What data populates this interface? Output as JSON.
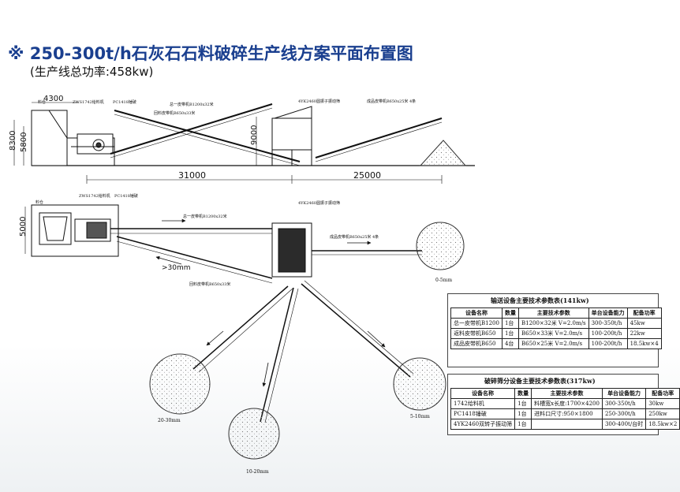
{
  "header": {
    "title": "※ 250-300t/h石灰石石料破碎生产线方案平面布置图",
    "subtitle": "(生产线总功率:458kw)"
  },
  "elevation": {
    "labels": {
      "feed_bin": "料仓",
      "feeder": "ZWS1742给料机",
      "crusher": "PC1418锤破",
      "belt_main": "总一皮带机B1200x32米",
      "belt_return": "回料皮带机B650x33米",
      "screen": "4YK2460圆振子振动筛",
      "belt_product": "成品皮带机B650x25米 4条"
    },
    "dims": {
      "h8300": "8300",
      "h5800": "5800",
      "w4300": "4300",
      "h9000": "9000",
      "w31000": "31000",
      "w25000": "25000"
    }
  },
  "plan": {
    "labels": {
      "feed_bin": "料仓",
      "feeder": "ZWS1742给料机",
      "crusher": "PC1418锤破",
      "belt_main": "总一皮带机B1200x32米",
      "screen": "4YK2460圆振子振动筛",
      "belt_product": "成品皮带机B650x25米 4条",
      "belt_return": "回料皮带机B650x33米",
      "return_size": ">30mm",
      "dim5000": "5000"
    },
    "piles": {
      "p1": "0-5mm",
      "p2": "20-30mm",
      "p3": "10-20mm",
      "p4": "5-10mm"
    }
  },
  "conveying_table": {
    "title": "输送设备主要技术参数表(141kw)",
    "headers": [
      "设备名称",
      "数量",
      "主要技术参数",
      "单台设备能力",
      "配备功率"
    ],
    "rows": [
      [
        "总一皮带机B1200",
        "1台",
        "B1200×32米 V=2.0m/s",
        "300-350t/h",
        "45kw"
      ],
      [
        "返料皮带机B650",
        "1台",
        "B650×33米 V=2.0m/s",
        "100-200t/h",
        "22kw"
      ],
      [
        "成品皮带机B650",
        "4台",
        "B650×25米 V=2.0m/s",
        "100-200t/h",
        "18.5kw×4"
      ]
    ]
  },
  "crushing_table": {
    "title": "破碎筛分设备主要技术参数表(317kw)",
    "headers": [
      "设备名称",
      "数量",
      "主要技术参数",
      "单台设备能力",
      "配备功率"
    ],
    "rows": [
      [
        "1742给料机",
        "1台",
        "料槽宽x长度:1700×4200",
        "300-350t/h",
        "30kw"
      ],
      [
        "PC1418锤破",
        "1台",
        "进料口尺寸:950×1800",
        "250-300t/h",
        "250kw"
      ],
      [
        "4YK2460双转子振动筛",
        "1台",
        "",
        "300-400t/台时",
        "18.5kw×2"
      ]
    ]
  }
}
